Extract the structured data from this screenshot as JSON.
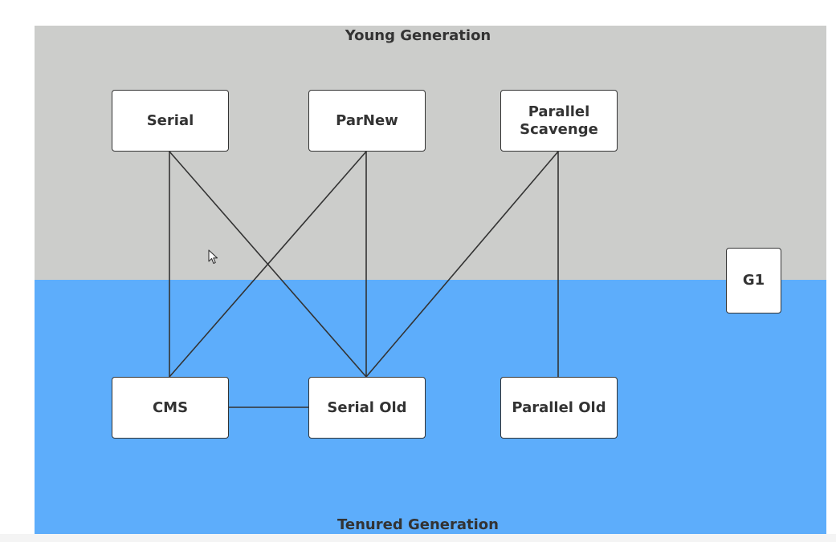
{
  "regions": {
    "young": {
      "title": "Young Generation",
      "color": "#cccdcb"
    },
    "tenured": {
      "title": "Tenured Generation",
      "color": "#5dadfb"
    }
  },
  "nodes": {
    "serial": "Serial",
    "parnew": "ParNew",
    "parallel_scavenge": "Parallel\nScavenge",
    "cms": "CMS",
    "serial_old": "Serial Old",
    "parallel_old": "Parallel Old",
    "g1": "G1"
  },
  "connections": [
    {
      "from": "Serial",
      "to": "CMS"
    },
    {
      "from": "Serial",
      "to": "Serial Old"
    },
    {
      "from": "ParNew",
      "to": "CMS"
    },
    {
      "from": "ParNew",
      "to": "Serial Old"
    },
    {
      "from": "Parallel Scavenge",
      "to": "Serial Old"
    },
    {
      "from": "Parallel Scavenge",
      "to": "Parallel Old"
    },
    {
      "from": "CMS",
      "to": "Serial Old"
    }
  ]
}
